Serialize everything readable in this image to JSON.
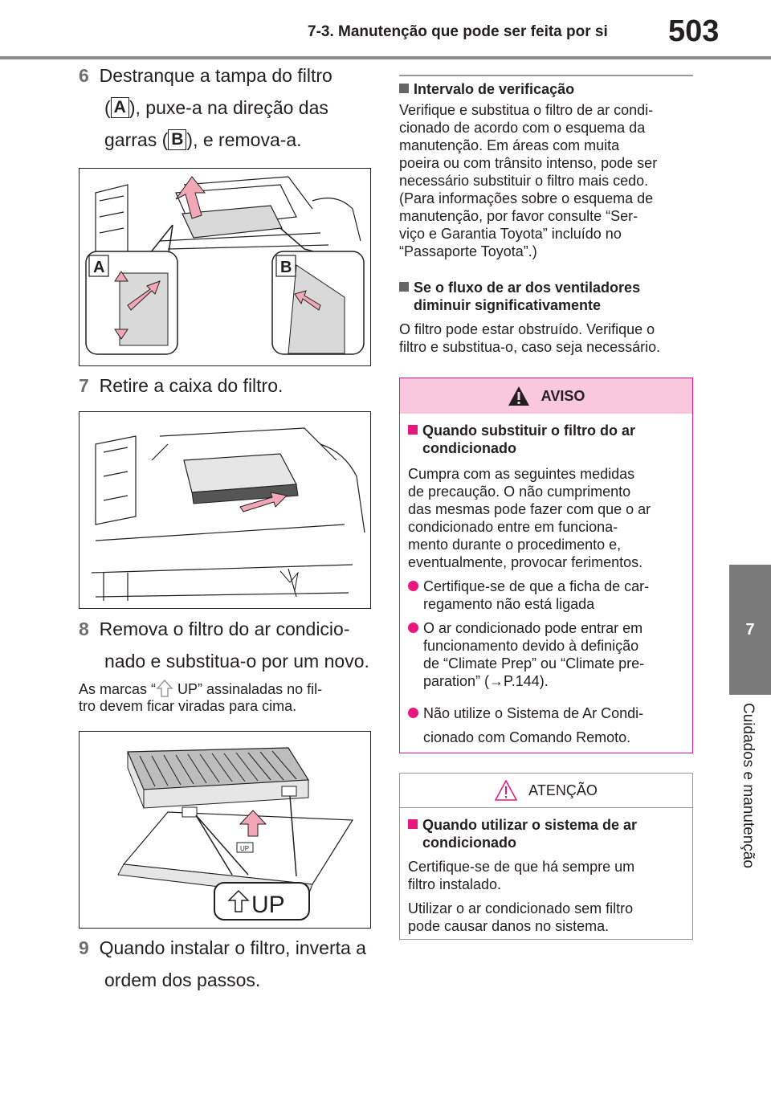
{
  "header": {
    "title": "7-3. Manutenção que pode ser feita por si",
    "page_number": "503"
  },
  "side_tab": {
    "chapter_number": "7",
    "chapter_title": "Cuidados e manutenção"
  },
  "left": {
    "step6": {
      "number": "6",
      "line1": "Destranque a tampa do filtro",
      "line2a": "(",
      "label_a": "A",
      "line2b": "), puxe-a na direção das",
      "line3a": "garras (",
      "label_b": "B",
      "line3b": "), e remova-a."
    },
    "fig1": {
      "label_a": "A",
      "label_b": "B"
    },
    "step7": {
      "number": "7",
      "text": "Retire a caixa do filtro."
    },
    "step8": {
      "number": "8",
      "line1": "Remova o filtro do ar condicio-",
      "line2": "nado e substitua-o por um novo."
    },
    "note": {
      "part1": "As marcas “",
      "part2": " UP” assinaladas no fil-",
      "line2": "tro devem ficar viradas para cima."
    },
    "fig3": {
      "up_label": "UP",
      "small_up": "UP"
    },
    "step9": {
      "number": "9",
      "line1": "Quando instalar o filtro, inverta a",
      "line2": "ordem dos passos."
    }
  },
  "right": {
    "section1": {
      "heading": "Intervalo de verificação",
      "lines": [
        "Verifique e substitua o filtro de ar condi-",
        "cionado de acordo com o esquema da",
        "manutenção. Em áreas com muita",
        "poeira ou com trânsito intenso, pode ser",
        "necessário substituir o filtro mais cedo.",
        "(Para informações sobre o esquema de",
        "manutenção, por favor consulte “Ser-",
        "viço e Garantia Toyota” incluído no",
        "“Passaporte Toyota”.)"
      ]
    },
    "section2": {
      "heading_lines": [
        "Se o fluxo de ar dos ventiladores",
        "diminuir significativamente"
      ],
      "lines": [
        "O filtro pode estar obstruído. Verifique o",
        "filtro e substitua-o, caso seja necessário."
      ]
    },
    "warning": {
      "title": "AVISO",
      "heading_lines": [
        "Quando substituir o filtro do ar",
        "condicionado"
      ],
      "lines": [
        "Cumpra com as seguintes medidas",
        "de precaução. O não cumprimento",
        "das mesmas pode fazer com que o ar",
        "condicionado entre em funciona-",
        "mento durante o procedimento e,",
        "eventualmente, provocar ferimentos."
      ],
      "bullet1": [
        "Certifique-se de que a ficha de car-",
        "regamento não está ligada"
      ],
      "bullet2": [
        "O ar condicionado pode entrar em",
        "funcionamento devido à definição",
        "de “Climate Prep” ou “Climate pre-",
        "paration” (→P.144)."
      ],
      "bullet3": [
        "Não utilize o Sistema de Ar Condi-",
        "cionado com Comando Remoto."
      ]
    },
    "caution": {
      "title": "ATENÇÃO",
      "heading_lines": [
        "Quando utilizar o sistema de ar",
        "condicionado"
      ],
      "lines1": [
        "Certifique-se de que há sempre um",
        "filtro instalado."
      ],
      "lines2": [
        "Utilizar o ar condicionado sem filtro",
        "pode causar danos no sistema."
      ]
    }
  },
  "colors": {
    "accent_pink": "#e8177d",
    "warning_fill": "#f9c8df",
    "tab_gray": "#7a7a7a"
  }
}
